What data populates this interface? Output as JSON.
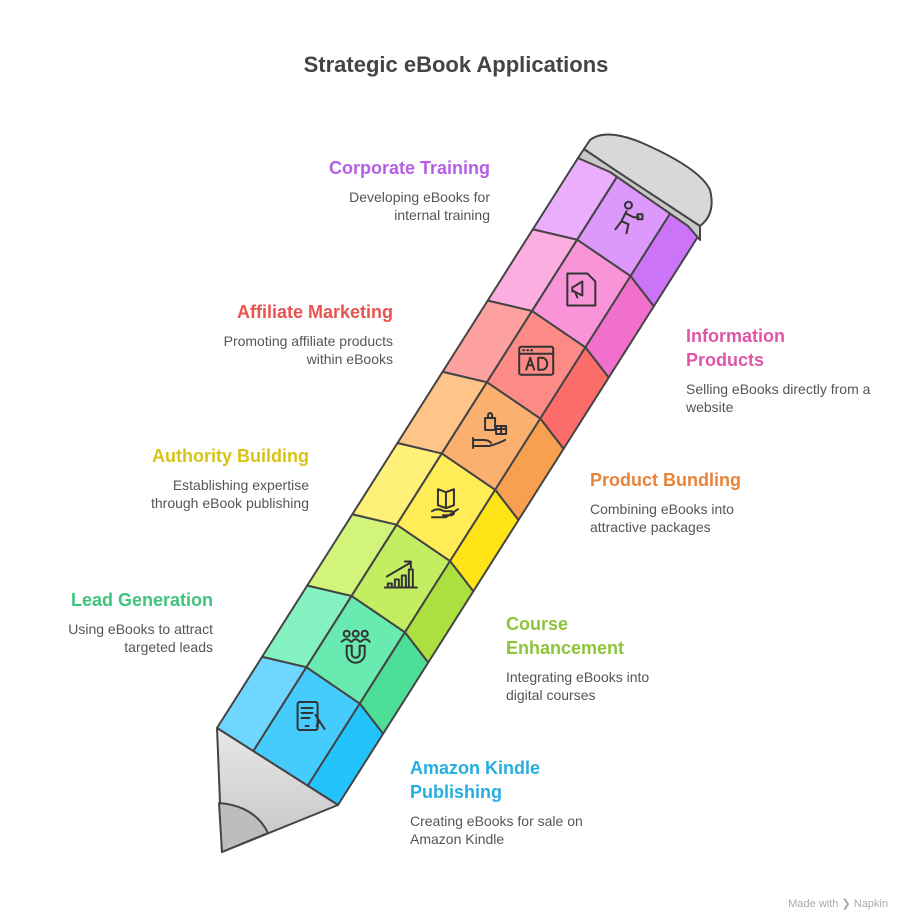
{
  "title": "Strategic eBook Applications",
  "footer": {
    "made_with": "Made with",
    "brand": "Napkin"
  },
  "items": [
    {
      "title": "Amazon Kindle Publishing",
      "desc": "Creating eBooks for sale on Amazon Kindle",
      "color": "#27aee0",
      "fills": [
        "#6fd6ff",
        "#45ccfd",
        "#22c4fb"
      ],
      "icon": "ereader"
    },
    {
      "title": "Lead Generation",
      "desc": "Using eBooks to attract targeted leads",
      "color": "#3ec47c",
      "fills": [
        "#84f2c0",
        "#68eab0",
        "#4ddf98"
      ],
      "icon": "magnet-people"
    },
    {
      "title": "Course Enhancement",
      "desc": "Integrating eBooks into digital courses",
      "color": "#8cc43a",
      "fills": [
        "#d2f47a",
        "#c4ee62",
        "#acdf40"
      ],
      "icon": "growth-chart"
    },
    {
      "title": "Authority Building",
      "desc": "Establishing expertise through eBook publishing",
      "color": "#d8c414",
      "fills": [
        "#fff07a",
        "#ffec56",
        "#ffe418"
      ],
      "icon": "book-hand"
    },
    {
      "title": "Product Bundling",
      "desc": "Combining eBooks into attractive packages",
      "color": "#e8843a",
      "fills": [
        "#ffc488",
        "#fcb070",
        "#f8a050"
      ],
      "icon": "bundle-hand"
    },
    {
      "title": "Affiliate Marketing",
      "desc": "Promoting affiliate products within eBooks",
      "color": "#e8534f",
      "fills": [
        "#fda0a0",
        "#fd8a84",
        "#fc6c6a"
      ],
      "icon": "ad"
    },
    {
      "title": "Information Products",
      "desc": "Selling eBooks directly from a website",
      "color": "#e055a8",
      "fills": [
        "#fcaee0",
        "#fa94d8",
        "#f070cc"
      ],
      "icon": "megaphone"
    },
    {
      "title": "Corporate Training",
      "desc": "Developing eBooks for internal training",
      "color": "#b65ee6",
      "fills": [
        "#eaaefc",
        "#dc98fb",
        "#cc74f8"
      ],
      "icon": "person-training"
    }
  ]
}
